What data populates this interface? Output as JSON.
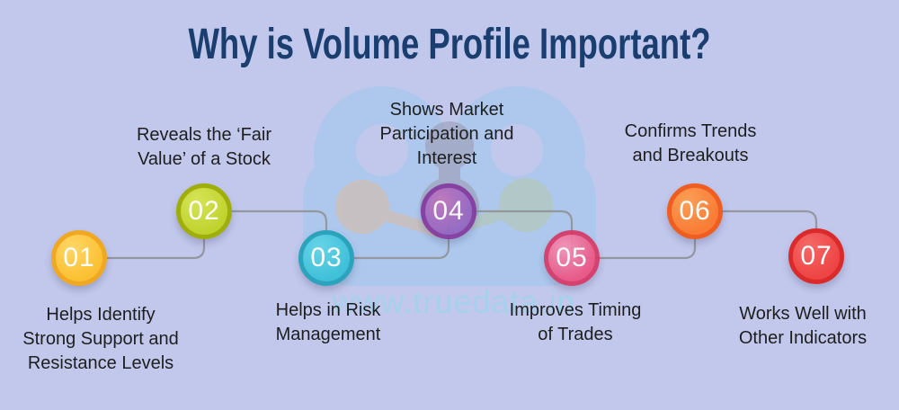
{
  "title": "Why is Volume Profile Important?",
  "title_color": "#1a3e70",
  "background_color": "#c2c8ec",
  "connector_color": "#94979d",
  "watermark": {
    "text": "www.truedata.in",
    "color": "#a5d2ee"
  },
  "steps": [
    {
      "number": "01",
      "label_position": "below",
      "lines": [
        "Helps Identify",
        "Strong Support and",
        "Resistance Levels"
      ],
      "colors": {
        "ring": "#F0A822",
        "fill": "#FBC032",
        "light": "#FFD666"
      }
    },
    {
      "number": "02",
      "label_position": "above",
      "lines": [
        "Reveals the ‘Fair",
        "Value’ of a Stock"
      ],
      "colors": {
        "ring": "#9FAE0A",
        "fill": "#BFD32F",
        "light": "#D6E455"
      }
    },
    {
      "number": "03",
      "label_position": "below",
      "lines": [
        "Helps in Risk",
        "Management"
      ],
      "colors": {
        "ring": "#2BA3BC",
        "fill": "#3FC0D9",
        "light": "#67D4E7"
      }
    },
    {
      "number": "04",
      "label_position": "above",
      "lines": [
        "Shows Market",
        "Participation and",
        "Interest"
      ],
      "colors": {
        "ring": "#83399F",
        "fill": "#9265C4",
        "light": "#C276BD"
      }
    },
    {
      "number": "05",
      "label_position": "below",
      "lines": [
        "Improves Timing",
        "of Trades"
      ],
      "colors": {
        "ring": "#D63866",
        "fill": "#EC5181",
        "light": "#F591B4"
      }
    },
    {
      "number": "06",
      "label_position": "above",
      "lines": [
        "Confirms Trends",
        "and Breakouts"
      ],
      "colors": {
        "ring": "#EF5D20",
        "fill": "#F97B35",
        "light": "#FC9F56"
      }
    },
    {
      "number": "07",
      "label_position": "below",
      "lines": [
        "Works Well with",
        "Other Indicators"
      ],
      "colors": {
        "ring": "#DB2A2A",
        "fill": "#EE4444",
        "light": "#F56868"
      }
    }
  ]
}
